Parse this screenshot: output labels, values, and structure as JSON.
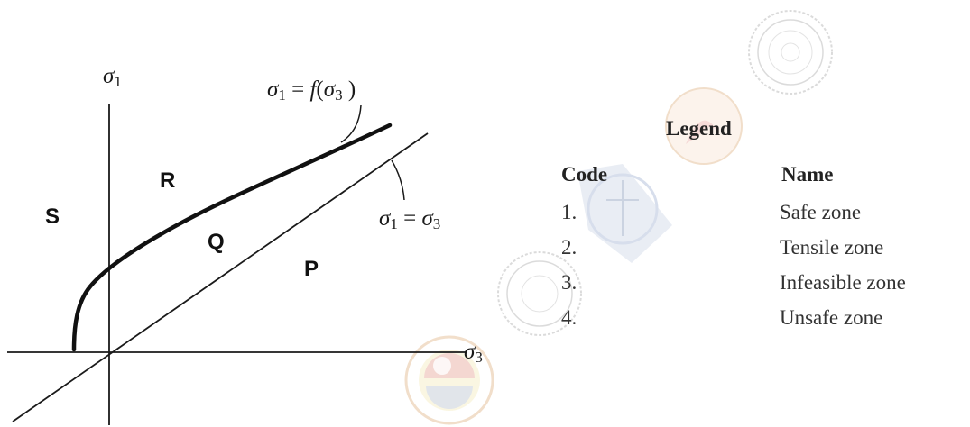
{
  "diagram": {
    "axis_y_label": {
      "symbol": "σ",
      "sub": "1"
    },
    "axis_x_label": {
      "symbol": "σ",
      "sub": "3"
    },
    "curve_label": {
      "lhs_symbol": "σ",
      "lhs_sub": "1",
      "equals": " = ",
      "func": "f",
      "open": "(",
      "arg_symbol": "σ",
      "arg_sub": "3",
      "close": " )"
    },
    "line_label": {
      "lhs_symbol": "σ",
      "lhs_sub": "1",
      "equals": " = ",
      "rhs_symbol": "σ",
      "rhs_sub": "3"
    },
    "regions": [
      "S",
      "R",
      "Q",
      "P"
    ]
  },
  "legend": {
    "title": "Legend",
    "code_header": "Code",
    "name_header": "Name",
    "rows": [
      {
        "code": "1.",
        "name": "Safe zone"
      },
      {
        "code": "2.",
        "name": "Tensile zone"
      },
      {
        "code": "3.",
        "name": "Infeasible zone"
      },
      {
        "code": "4.",
        "name": "Unsafe zone"
      }
    ]
  },
  "watermarks": [
    "seal-icon",
    "emblem-icon",
    "seal-icon",
    "logo-icon"
  ],
  "colors": {
    "ink": "#1a1a1a",
    "watermark_gray": "#9a9a9a",
    "watermark_blue": "#8fa3c9",
    "watermark_orange": "#d9a36b",
    "watermark_red": "#d96a6a",
    "watermark_yellow": "#e8d36b"
  }
}
